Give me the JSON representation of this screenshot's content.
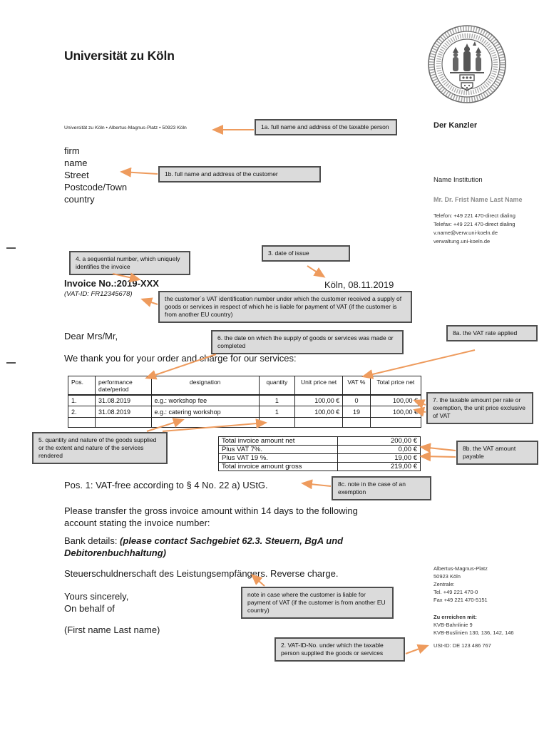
{
  "letterhead": {
    "university_name": "Universität zu Köln",
    "sender_line": "Universität zu Köln • Albertus-Magnus-Platz • 50923 Köln",
    "chancellor": "Der Kanzler",
    "institution": "Name Institution",
    "contact_person": "Mr. Dr. Frist Name Last Name",
    "phone": "Telefon: +49 221 470-direct dialing",
    "fax": "Telefax: +49 221 470-direct dialing",
    "email": "v.name@verw.uni-koeln.de",
    "website": "verwaltung.uni-koeln.de"
  },
  "recipient": {
    "line1": "firm",
    "line2": "name",
    "line3": "Street",
    "line4": "Postcode/Town",
    "line5": "country"
  },
  "invoice": {
    "number": "Invoice No.:2019-XXX",
    "vat_id": "(VAT-ID: FR12345678)",
    "place_date": "Köln, 08.11.2019",
    "salutation": "Dear Mrs/Mr,",
    "intro": "We thank you for your order and charge for our services:"
  },
  "items_table": {
    "headers": [
      "Pos.",
      "performance date/period",
      "designation",
      "quantity",
      "Unit price net",
      "VAT %",
      "Total price net"
    ],
    "rows": [
      [
        "1.",
        "31.08.2019",
        "e.g.: workshop fee",
        "1",
        "100,00 €",
        "0",
        "100,00 €"
      ],
      [
        "2.",
        "31.08.2019",
        "e.g.: catering workshop",
        "1",
        "100,00 €",
        "19",
        "100,00 €"
      ],
      [
        "",
        "",
        "",
        "",
        "",
        "",
        ""
      ]
    ]
  },
  "totals_table": {
    "rows": [
      {
        "label": "Total invoice amount net",
        "amount": "200,00 €"
      },
      {
        "label": "Plus VAT 7%.",
        "amount": "0,00 €"
      },
      {
        "label": "Plus VAT 19 %.",
        "amount": "19,00 €"
      },
      {
        "label": "Total invoice amount gross",
        "amount": "219,00 €"
      }
    ]
  },
  "body": {
    "exemption_note": "Pos. 1: VAT-free according to § 4 No. 22 a) UStG.",
    "transfer_line1": "Please transfer the gross invoice amount within 14 days to the following",
    "transfer_line2": "account stating the invoice number:",
    "bank_prefix": "Bank details: ",
    "bank_bold1": "(please contact Sachgebiet 62.3. Steuern, BgA und",
    "bank_bold2": "Debitorenbuchhaltung)",
    "reverse_charge": "Steuerschuldnerschaft des Leistungsempfängers. Reverse charge.",
    "closing1": "Yours sincerely,",
    "closing2": "On behalf of",
    "signature": "(First name Last name)"
  },
  "footer_contact": {
    "address1": "Albertus-Magnus-Platz",
    "address2": "50923 Köln",
    "address3": "Zentrale:",
    "tel": "Tel. +49 221 470-0",
    "fax": "Fax +49 221 470-5151",
    "reach_title": "Zu erreichen mit:",
    "reach1": "KVB-Bahnlinie 9",
    "reach2": "KVB-Buslinien 130, 136, 142, 146",
    "vat_id": "USt-ID: DE 123 486 767"
  },
  "callouts": {
    "c1a": "1a. full name and address of the taxable person",
    "c1b": "1b. full name and address of the customer",
    "c3": "3. date of issue",
    "c4": "4. a sequential number, which uniquely identifies the invoice",
    "c_cust_vat": "the customer´s VAT identification number under which the customer received a supply of goods or services in respect of which he is liable for payment of VAT (if the customer is from another EU country)",
    "c6": "6. the date on which the supply of goods or services was made or completed",
    "c8a": "8a. the VAT rate applied",
    "c7": "7. the taxable amount per rate or exemption, the unit price exclusive of VAT",
    "c5": "5. quantity and nature of the goods supplied or the extent and nature of the services rendered",
    "c8b": "8b. the VAT amount payable",
    "c8c": "8c. note in the case of an exemption",
    "c_note": "note in case where the customer is liable for payment of VAT (if the customer is from another EU country)",
    "c2": "2. VAT-ID-No. under which the taxable person supplied the goods or services"
  },
  "colors": {
    "arrow": "#ee9b5d",
    "callout_bg": "#dbdbdb",
    "callout_border": "#4d4d4d"
  }
}
